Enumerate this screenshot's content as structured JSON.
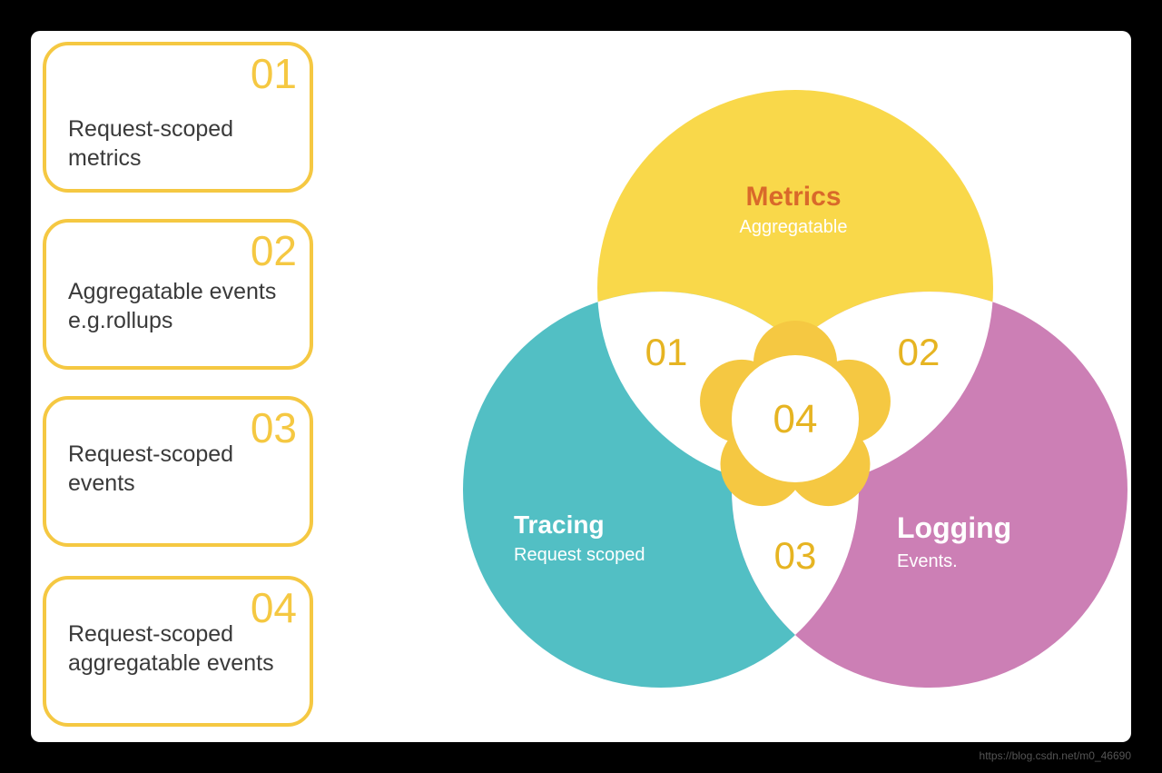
{
  "colors": {
    "yellow": "#f9d84a",
    "gold": "#f5c842",
    "teal": "#52bfc4",
    "pink": "#cc7fb5",
    "metrics_title": "#d9692a",
    "number": "#e6b422",
    "white": "#ffffff",
    "card_text": "#3a3a3a"
  },
  "cards": [
    {
      "number": "01",
      "text": "Request-scoped\nmetrics"
    },
    {
      "number": "02",
      "text": "Aggregatable events\ne.g.rollups"
    },
    {
      "number": "03",
      "text": "Request-scoped\nevents"
    },
    {
      "number": "04",
      "text": "Request-scoped\naggregatable events"
    }
  ],
  "venn": {
    "metrics": {
      "title": "Metrics",
      "subtitle": "Aggregatable"
    },
    "tracing": {
      "title": "Tracing",
      "subtitle": "Request scoped"
    },
    "logging": {
      "title": "Logging",
      "subtitle": "Events."
    },
    "intersections": {
      "metrics_tracing": "01",
      "metrics_logging": "02",
      "tracing_logging": "03",
      "center": "04"
    }
  },
  "footer": {
    "url": "https://blog.csdn.net/m0_46690"
  }
}
